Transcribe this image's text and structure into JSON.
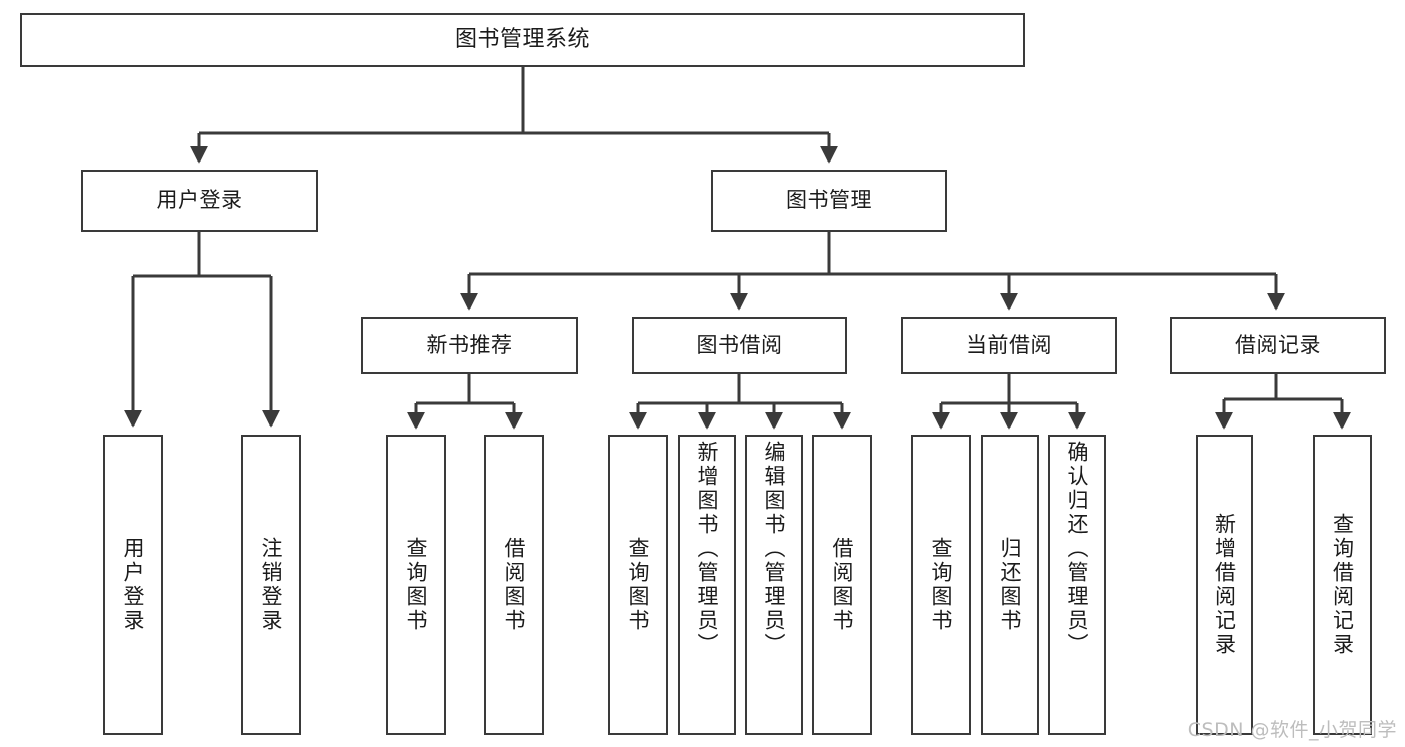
{
  "diagram": {
    "title": "图书管理系统",
    "watermark": "CSDN @软件_小贺同学",
    "nodes": {
      "root": {
        "label": "图书管理系统"
      },
      "level2": [
        {
          "id": "user-login",
          "label": "用户登录"
        },
        {
          "id": "book-management",
          "label": "图书管理"
        }
      ],
      "level3": [
        {
          "id": "new-book-recommend",
          "label": "新书推荐"
        },
        {
          "id": "book-borrow",
          "label": "图书借阅"
        },
        {
          "id": "current-borrow",
          "label": "当前借阅"
        },
        {
          "id": "borrow-record",
          "label": "借阅记录"
        }
      ],
      "leaves": {
        "user_login": [
          {
            "id": "leaf-user-login",
            "label": "用户登录"
          },
          {
            "id": "leaf-logout-login",
            "label": "注销登录"
          }
        ],
        "new_book_recommend": [
          {
            "id": "leaf-query-book-1",
            "label": "查询图书"
          },
          {
            "id": "leaf-borrow-book-1",
            "label": "借阅图书"
          }
        ],
        "book_borrow": [
          {
            "id": "leaf-query-book-2",
            "label": "查询图书"
          },
          {
            "id": "leaf-add-book",
            "label": "新增图书（管理员）"
          },
          {
            "id": "leaf-edit-book",
            "label": "编辑图书（管理员）"
          },
          {
            "id": "leaf-borrow-book-2",
            "label": "借阅图书"
          }
        ],
        "current_borrow": [
          {
            "id": "leaf-query-book-3",
            "label": "查询图书"
          },
          {
            "id": "leaf-return-book",
            "label": "归还图书"
          },
          {
            "id": "leaf-confirm-return",
            "label": "确认归还（管理员）"
          }
        ],
        "borrow_record": [
          {
            "id": "leaf-add-record",
            "label": "新增借阅记录"
          },
          {
            "id": "leaf-query-record",
            "label": "查询借阅记录"
          }
        ]
      }
    },
    "colors": {
      "stroke": "#3a3a3a",
      "text": "#1b1b1b",
      "background": "#ffffff",
      "watermark": "#bdbdbd"
    }
  }
}
